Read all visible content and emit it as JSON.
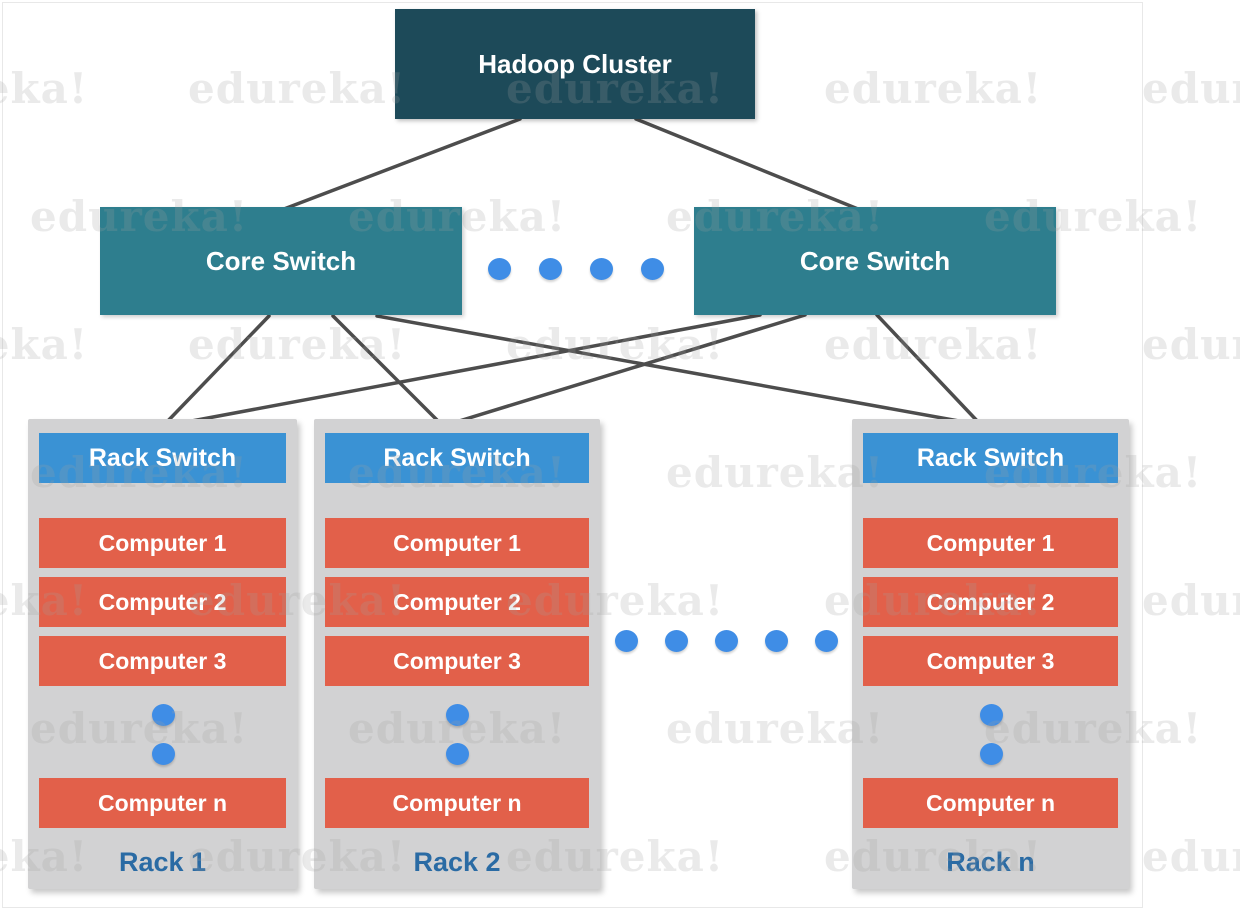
{
  "watermark": {
    "text": "edureka!"
  },
  "diagram": {
    "root": {
      "label": "Hadoop Cluster"
    },
    "core_switches": [
      {
        "label": "Core Switch"
      },
      {
        "label": "Core Switch"
      }
    ],
    "racks": [
      {
        "switch_label": "Rack Switch",
        "computers": [
          "Computer 1",
          "Computer 2",
          "Computer 3"
        ],
        "last_computer": "Computer n",
        "label": "Rack 1"
      },
      {
        "switch_label": "Rack Switch",
        "computers": [
          "Computer 1",
          "Computer 2",
          "Computer 3"
        ],
        "last_computer": "Computer n",
        "label": "Rack 2"
      },
      {
        "switch_label": "Rack Switch",
        "computers": [
          "Computer 1",
          "Computer 2",
          "Computer 3"
        ],
        "last_computer": "Computer n",
        "label": "Rack n"
      }
    ],
    "edges": [
      {
        "from": "hadoop-cluster",
        "to": "core-switch-1"
      },
      {
        "from": "hadoop-cluster",
        "to": "core-switch-2"
      },
      {
        "from": "core-switch-1",
        "to": "rack-switch-1"
      },
      {
        "from": "core-switch-1",
        "to": "rack-switch-2"
      },
      {
        "from": "core-switch-1",
        "to": "rack-switch-n"
      },
      {
        "from": "core-switch-2",
        "to": "rack-switch-1"
      },
      {
        "from": "core-switch-2",
        "to": "rack-switch-2"
      },
      {
        "from": "core-switch-2",
        "to": "rack-switch-n"
      }
    ],
    "colors": {
      "root_box": "#1d4a59",
      "core_switch_box": "#2e7e8e",
      "rack_switch_box": "#3a92d4",
      "computer_box": "#e2604a",
      "rack_background": "#d2d2d3",
      "rack_label_text": "#2a6ba4",
      "ellipsis_dot": "#3f8de6",
      "connector_line": "#4d4d4d"
    }
  }
}
